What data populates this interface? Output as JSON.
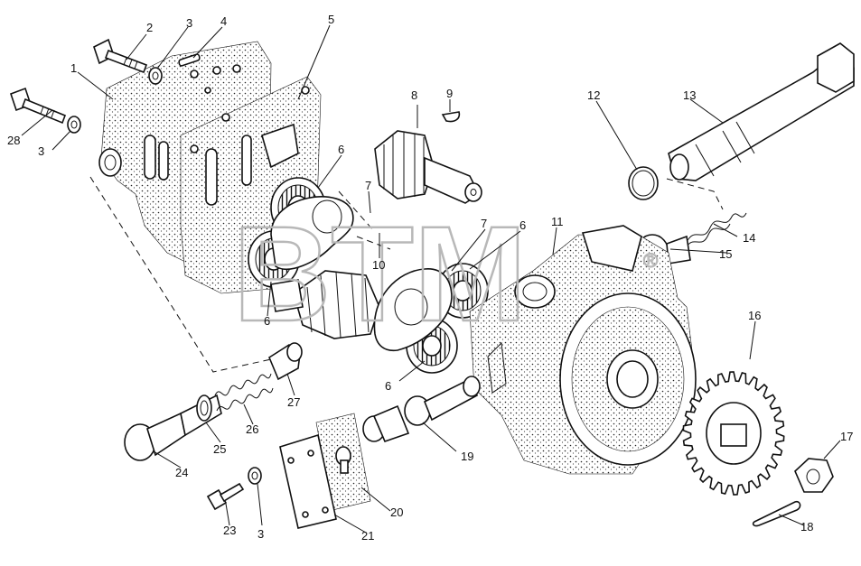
{
  "watermark": {
    "text": "BTM",
    "registered_mark": "®"
  },
  "callouts": [
    {
      "id": "c1",
      "number": "1"
    },
    {
      "id": "c2",
      "number": "2"
    },
    {
      "id": "c3a",
      "number": "3"
    },
    {
      "id": "c3b",
      "number": "3"
    },
    {
      "id": "c3c",
      "number": "3"
    },
    {
      "id": "c4",
      "number": "4"
    },
    {
      "id": "c5",
      "number": "5"
    },
    {
      "id": "c6a",
      "number": "6"
    },
    {
      "id": "c6b",
      "number": "6"
    },
    {
      "id": "c6c",
      "number": "6"
    },
    {
      "id": "c6d",
      "number": "6"
    },
    {
      "id": "c7a",
      "number": "7"
    },
    {
      "id": "c7b",
      "number": "7"
    },
    {
      "id": "c8",
      "number": "8"
    },
    {
      "id": "c9",
      "number": "9"
    },
    {
      "id": "c10",
      "number": "10"
    },
    {
      "id": "c11",
      "number": "11"
    },
    {
      "id": "c12",
      "number": "12"
    },
    {
      "id": "c13",
      "number": "13"
    },
    {
      "id": "c14",
      "number": "14"
    },
    {
      "id": "c15",
      "number": "15"
    },
    {
      "id": "c16",
      "number": "16"
    },
    {
      "id": "c17",
      "number": "17"
    },
    {
      "id": "c18",
      "number": "18"
    },
    {
      "id": "c19",
      "number": "19"
    },
    {
      "id": "c20",
      "number": "20"
    },
    {
      "id": "c21",
      "number": "21"
    },
    {
      "id": "c23",
      "number": "23"
    },
    {
      "id": "c24",
      "number": "24"
    },
    {
      "id": "c25",
      "number": "25"
    },
    {
      "id": "c26",
      "number": "26"
    },
    {
      "id": "c27",
      "number": "27"
    },
    {
      "id": "c28",
      "number": "28"
    }
  ]
}
